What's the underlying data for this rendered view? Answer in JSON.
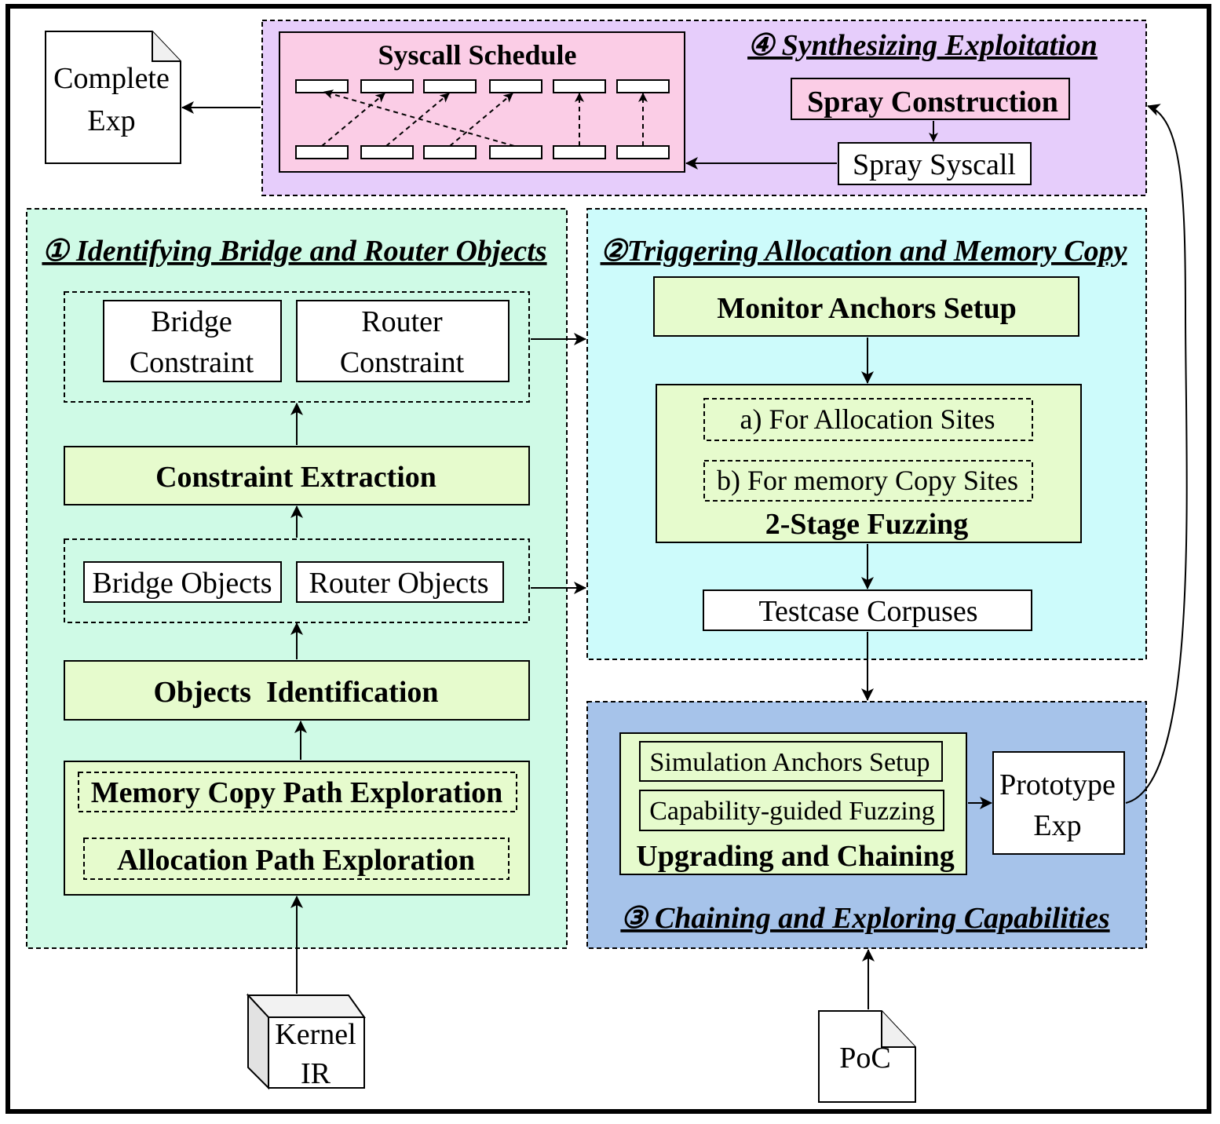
{
  "colors": {
    "green_region": "#cffae6",
    "cyan_region": "#cdfbfb",
    "blue_region": "#a6c3ea",
    "purple_region": "#e6cdfb",
    "pink_box": "#fbcde6",
    "lime_box": "#e6fbcd",
    "white": "#ffffff",
    "stroke": "#000000"
  },
  "external": {
    "complete_exp": [
      "Complete",
      "Exp"
    ],
    "kernel_ir": [
      "Kernel",
      "IR"
    ],
    "poc": "PoC"
  },
  "stage1": {
    "title": "① Identifying Bridge and Router Objects",
    "bridge_constraint": [
      "Bridge",
      "Constraint"
    ],
    "router_constraint": [
      "Router",
      "Constraint"
    ],
    "constraint_extraction": "Constraint Extraction",
    "bridge_objects": "Bridge Objects",
    "router_objects": "Router Objects",
    "objects_identification": "Objects  Identification",
    "memory_copy_path": "Memory Copy Path Exploration",
    "allocation_path": "Allocation Path Exploration"
  },
  "stage2": {
    "title": "②Triggering Allocation and Memory Copy",
    "monitor_anchors": "Monitor Anchors Setup",
    "alloc_sites": "a) For Allocation Sites",
    "memcopy_sites": "b) For memory Copy Sites",
    "two_stage_fuzzing": "2-Stage Fuzzing",
    "testcase_corpuses": "Testcase Corpuses"
  },
  "stage3": {
    "title": "③ Chaining and Exploring Capabilities",
    "simulation_anchors": "Simulation Anchors Setup",
    "capability_fuzzing": "Capability-guided Fuzzing",
    "upgrading_chaining": "Upgrading and Chaining",
    "prototype_exp": [
      "Prototype",
      "Exp"
    ]
  },
  "stage4": {
    "title": "④ Synthesizing Exploitation",
    "syscall_schedule": "Syscall Schedule",
    "spray_construction": "Spray Construction",
    "spray_syscall": "Spray Syscall"
  }
}
